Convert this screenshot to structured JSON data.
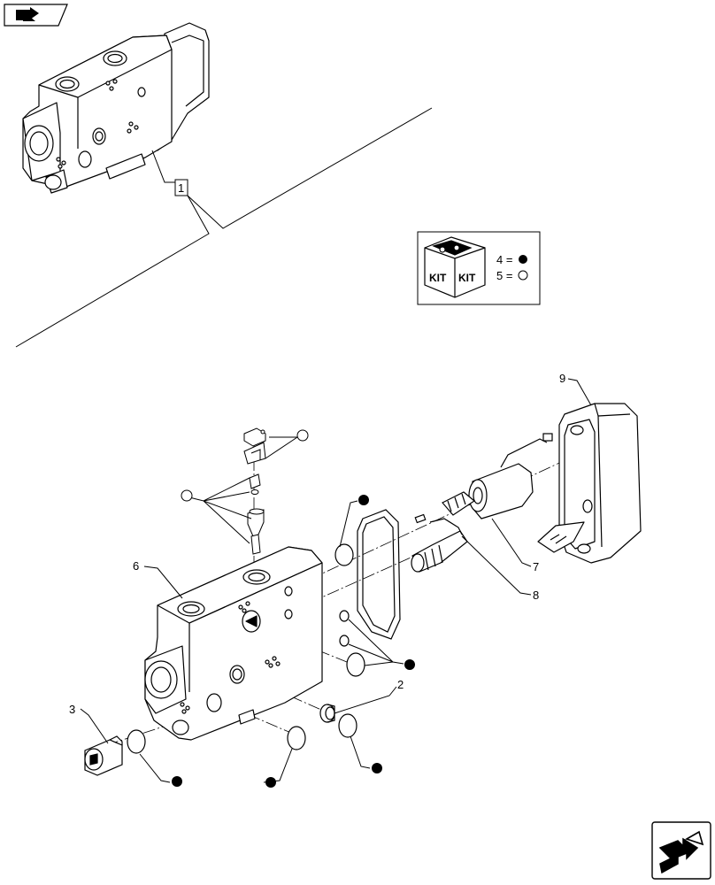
{
  "callouts": {
    "assembly": "1",
    "oring_small": "2",
    "plug": "3",
    "section_body": "6",
    "solenoid": "7",
    "cartridge": "8",
    "end_cover": "9"
  },
  "kit_legend": {
    "kit_word_left": "KIT",
    "kit_word_right": "KIT",
    "kit4_text": "4 =",
    "kit5_text": "5 ="
  },
  "icons": {
    "prev": "page-back-icon",
    "next": "page-forward-icon"
  }
}
